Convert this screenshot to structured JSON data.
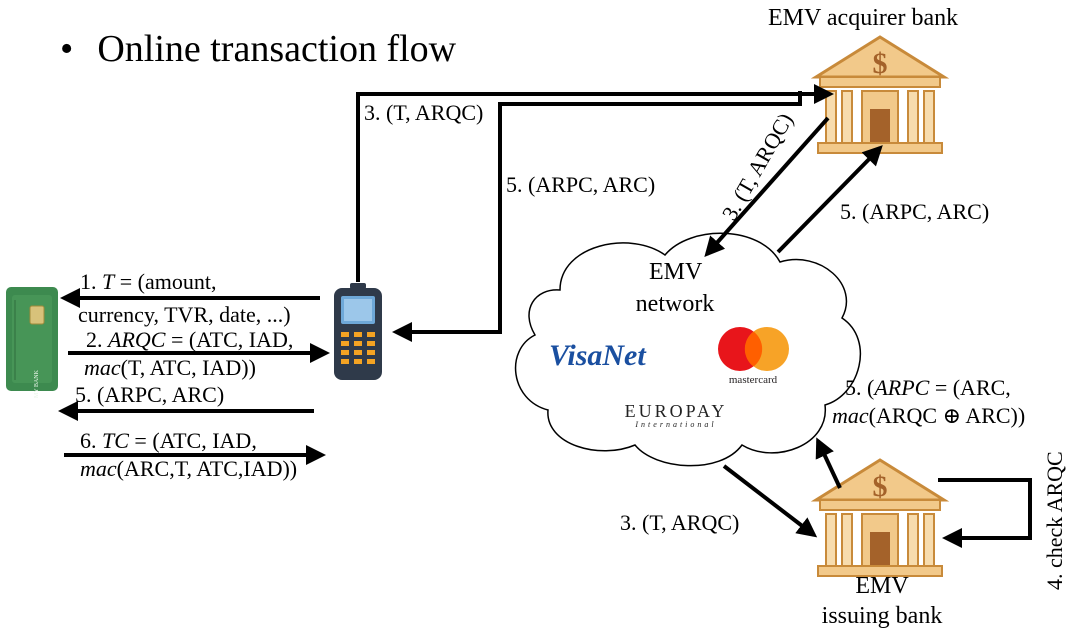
{
  "title": "Online transaction flow",
  "nodes": {
    "acquirer": "EMV acquirer bank",
    "network_line1": "EMV",
    "network_line2": "network",
    "issuer_line1": "EMV",
    "issuer_line2": "issuing bank"
  },
  "logos": {
    "visanet": "VisaNet",
    "mastercard": "mastercard",
    "europay_line1": "EUROPAY",
    "europay_line2": "International",
    "card_text": "MY BANK"
  },
  "messages": {
    "m1": {
      "prefix": "1. ",
      "var": "T",
      "rest": " = (amount,",
      "line2": "currency, TVR, date, ...)"
    },
    "m2": {
      "prefix": "2. ",
      "var": "ARQC",
      "rest": " = (ATC, IAD,",
      "line2_fn": "mac",
      "line2_rest": "(T, ATC, IAD))"
    },
    "m5_card": "5. (ARPC, ARC)",
    "m6": {
      "prefix": "6. ",
      "var": "TC",
      "rest": " = (ATC, IAD,",
      "line2_fn": "mac",
      "line2_rest": "(ARC,T, ATC,IAD))"
    },
    "m3_terminal_acquirer": "3. (T, ARQC)",
    "m5_acquirer_terminal": "5. (ARPC, ARC)",
    "m3_acquirer_network": "3. (T, ARQC)",
    "m5_network_acquirer": "5. (ARPC, ARC)",
    "m3_network_issuer": "3. (T, ARQC)",
    "m5_issuer": {
      "prefix": "5. (",
      "var": "ARPC",
      "rest": " = (ARC,",
      "line2_fn": "mac",
      "line2_rest": "(ARQC ⊕ ARC))"
    },
    "m4_check": "4. check ARQC"
  },
  "colors": {
    "bank_fill": "#f2c98a",
    "bank_stroke": "#c88a3a",
    "visa_blue": "#1a4fa0",
    "visa_gold": "#f0a21c",
    "mc_red": "#e8151b",
    "mc_orange": "#f79e1b",
    "card_green": "#3d8a4f",
    "terminal_dark": "#2f3a4a",
    "terminal_keys": "#f4a323"
  },
  "icons": [
    "bank-icon",
    "credit-card-icon",
    "payment-terminal-icon",
    "cloud-icon"
  ]
}
